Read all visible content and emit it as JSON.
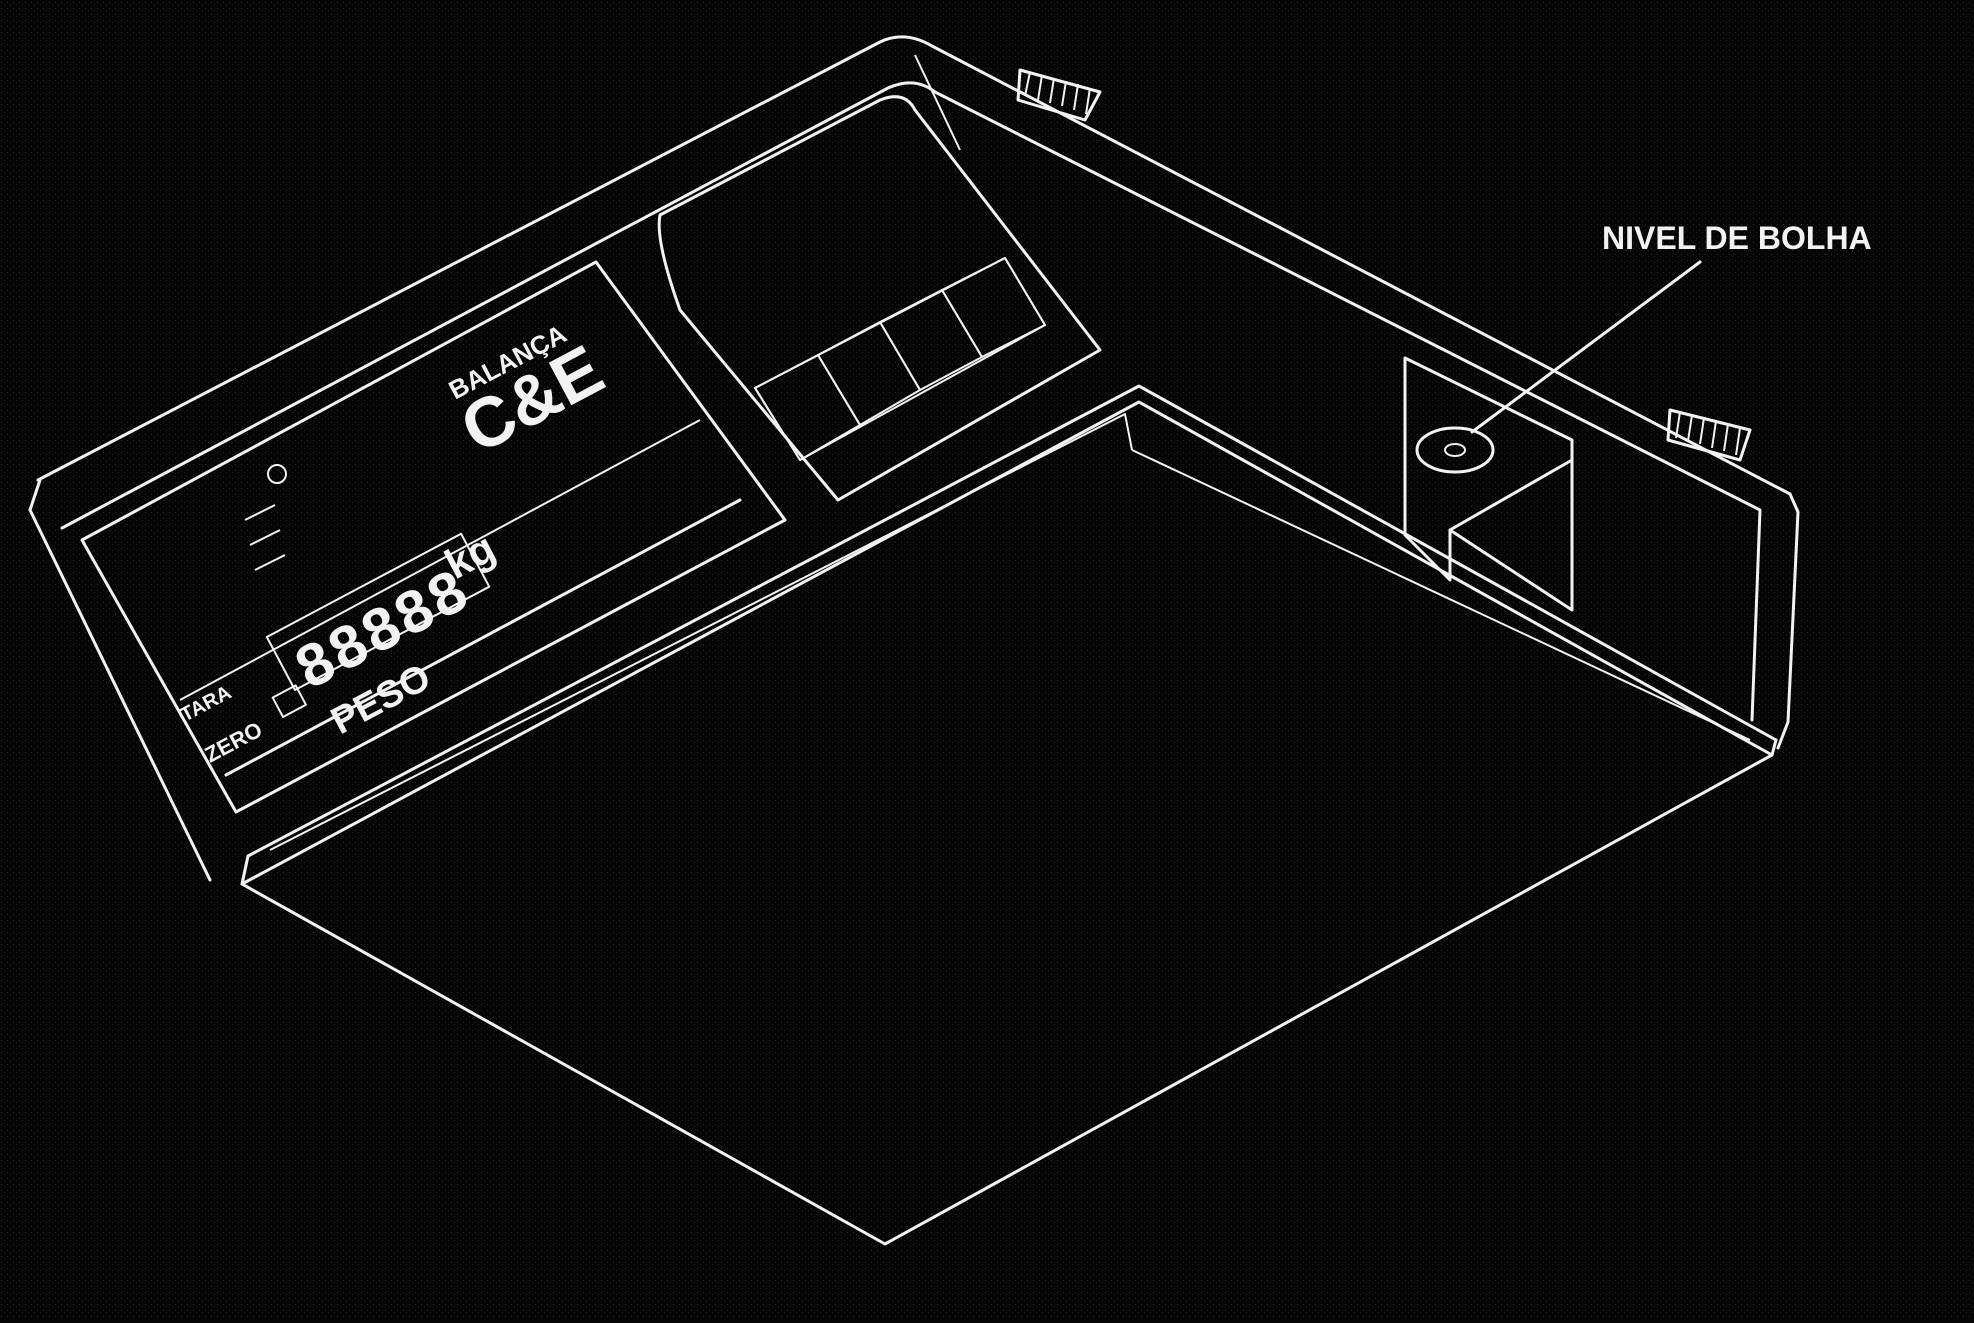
{
  "callout_label": "NIVEL DE BOLHA",
  "panel": {
    "brand_small": "BALANÇA",
    "brand_logo": "C&E",
    "weight_label": "PESO",
    "unit": "kg",
    "zero_label": "ZERO",
    "tare_label": "TARA",
    "readout": "88888"
  },
  "colors": {
    "line": "#f2f2f2",
    "background": "#050505"
  }
}
